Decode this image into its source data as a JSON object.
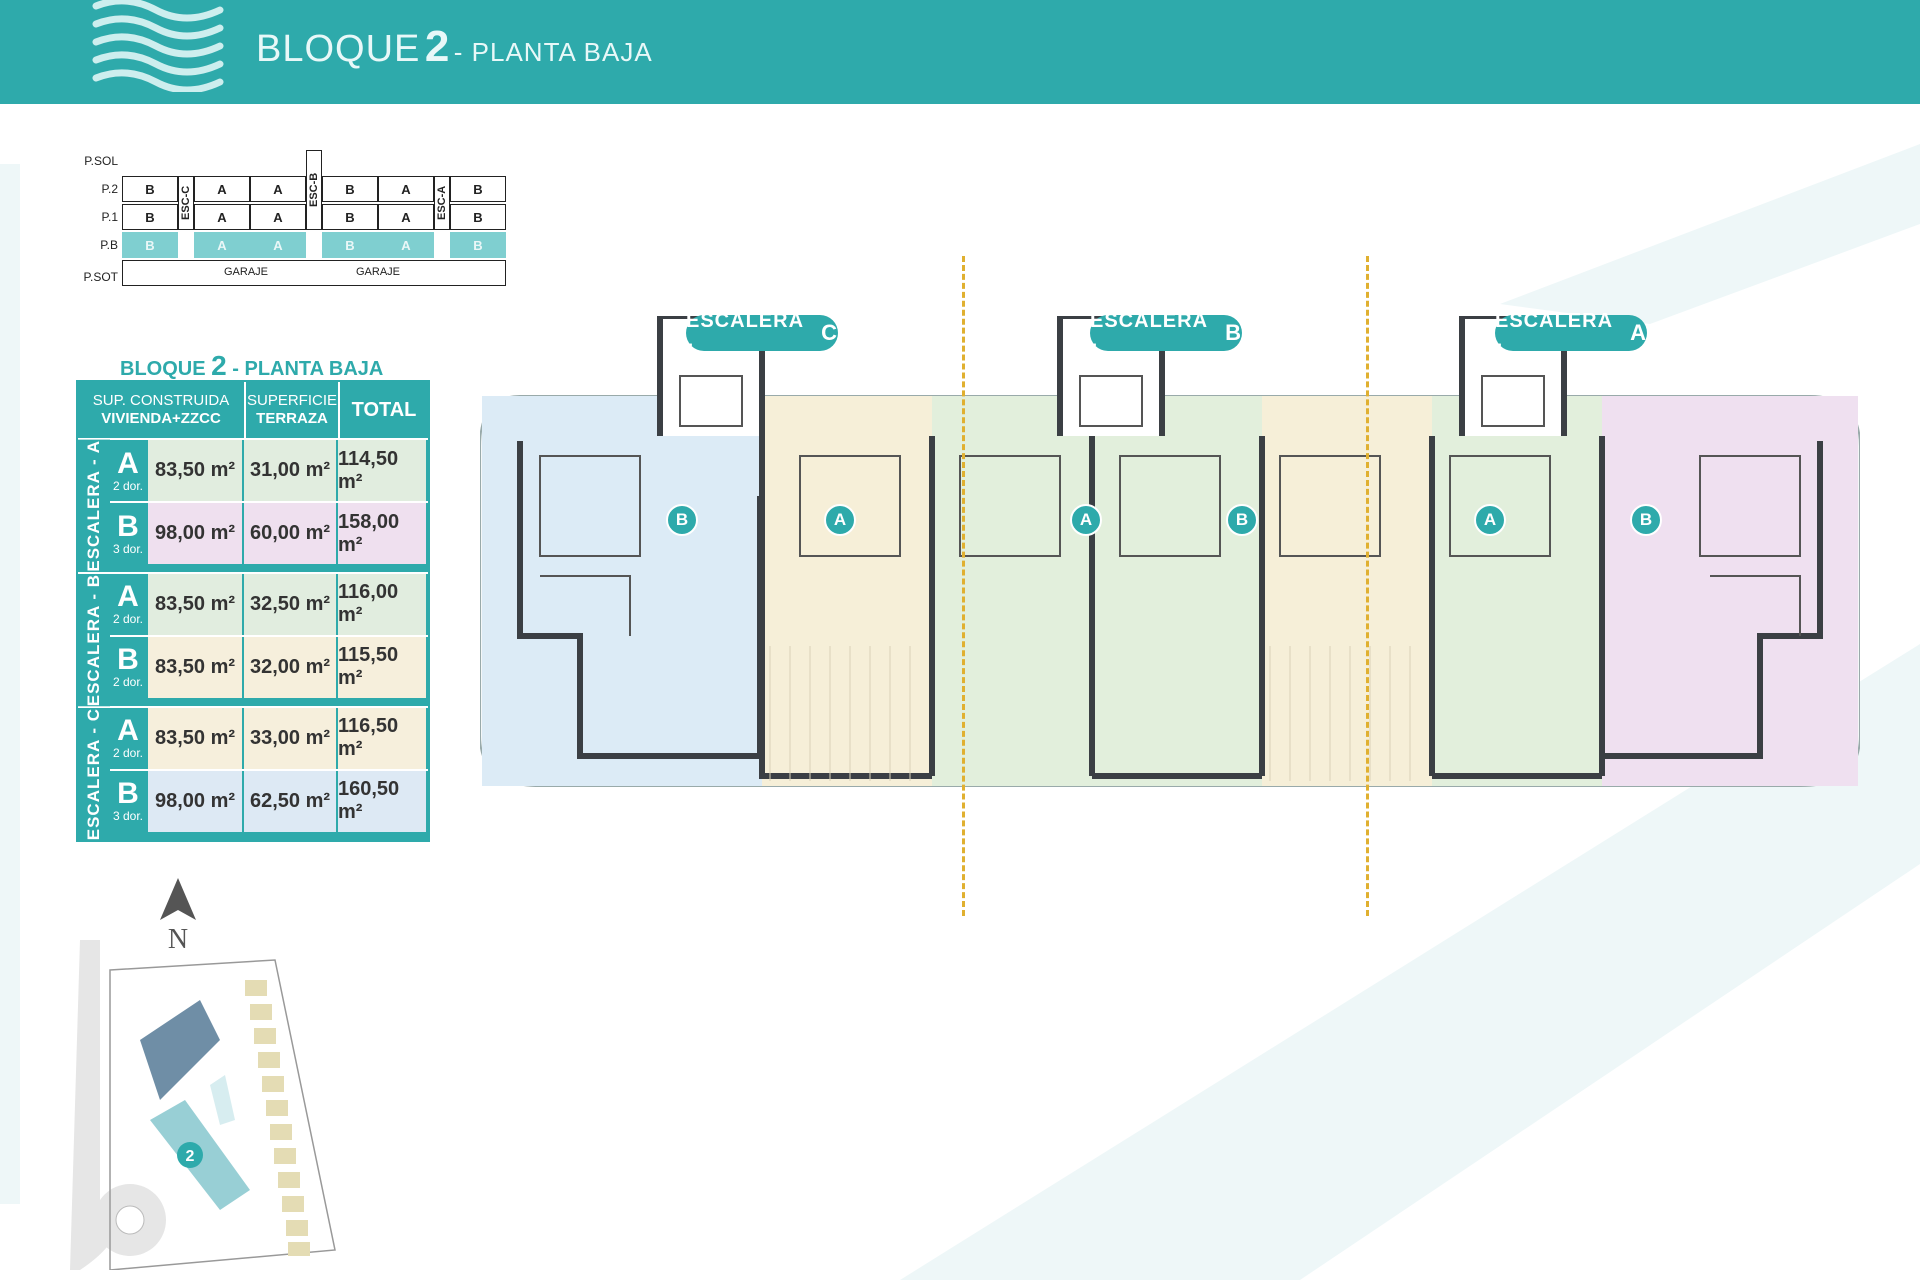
{
  "header": {
    "title_a": "BLOQUE",
    "title_b": "2",
    "title_c": "- PLANTA BAJA",
    "bg_color": "#2eaaab"
  },
  "schematic": {
    "levels": [
      "P.SOL",
      "P.2",
      "P.1",
      "P.B",
      "P.SOT"
    ],
    "stairs": [
      "ESC-C",
      "ESC-B",
      "ESC-A"
    ],
    "p2": [
      "B",
      "A",
      "A",
      "B",
      "A",
      "B"
    ],
    "p1": [
      "B",
      "A",
      "A",
      "B",
      "A",
      "B"
    ],
    "pb": [
      "B",
      "A",
      "A",
      "B",
      "A",
      "B"
    ],
    "garaje": "GARAJE"
  },
  "table": {
    "title_a": "BLOQUE",
    "title_num": "2",
    "title_b": "- PLANTA BAJA",
    "col1_a": "SUP. CONSTRUIDA",
    "col1_b": "VIVIENDA+ZZCC",
    "col2_a": "SUPERFICIE",
    "col2_b": "TERRAZA",
    "col3": "TOTAL",
    "groups": [
      {
        "label": "ESCALERA - A",
        "rows": [
          {
            "type": "A",
            "dorm": "2 dor.",
            "sup": "83,50 m²",
            "terr": "31,00 m²",
            "total": "114,50 m²",
            "color": "#e1eddf"
          },
          {
            "type": "B",
            "dorm": "3 dor.",
            "sup": "98,00 m²",
            "terr": "60,00 m²",
            "total": "158,00 m²",
            "color": "#efe0ef"
          }
        ]
      },
      {
        "label": "ESCALERA - B",
        "rows": [
          {
            "type": "A",
            "dorm": "2 dor.",
            "sup": "83,50 m²",
            "terr": "32,50 m²",
            "total": "116,00 m²",
            "color": "#e1eddf"
          },
          {
            "type": "B",
            "dorm": "2 dor.",
            "sup": "83,50 m²",
            "terr": "32,00 m²",
            "total": "115,50 m²",
            "color": "#f6efdc"
          }
        ]
      },
      {
        "label": "ESCALERA - C",
        "rows": [
          {
            "type": "A",
            "dorm": "2 dor.",
            "sup": "83,50 m²",
            "terr": "33,00 m²",
            "total": "116,50 m²",
            "color": "#f6efdc"
          },
          {
            "type": "B",
            "dorm": "3 dor.",
            "sup": "98,00 m²",
            "terr": "62,50 m²",
            "total": "160,50 m²",
            "color": "#dde9f4"
          }
        ]
      }
    ]
  },
  "compass": "N",
  "site_map": {
    "block_label": "2"
  },
  "plan": {
    "stairs": [
      {
        "prefix": "ESCALERA -",
        "letter": "C"
      },
      {
        "prefix": "ESCALERA -",
        "letter": "B"
      },
      {
        "prefix": "ESCALERA -",
        "letter": "A"
      }
    ],
    "markers": [
      "B",
      "A",
      "A",
      "B",
      "A",
      "B"
    ],
    "unit_colors": [
      "#dcebf6",
      "#f6efd8",
      "#e2efdc",
      "#e2efdc",
      "#f6efd8",
      "#e2efdc",
      "#efe0f0"
    ]
  }
}
